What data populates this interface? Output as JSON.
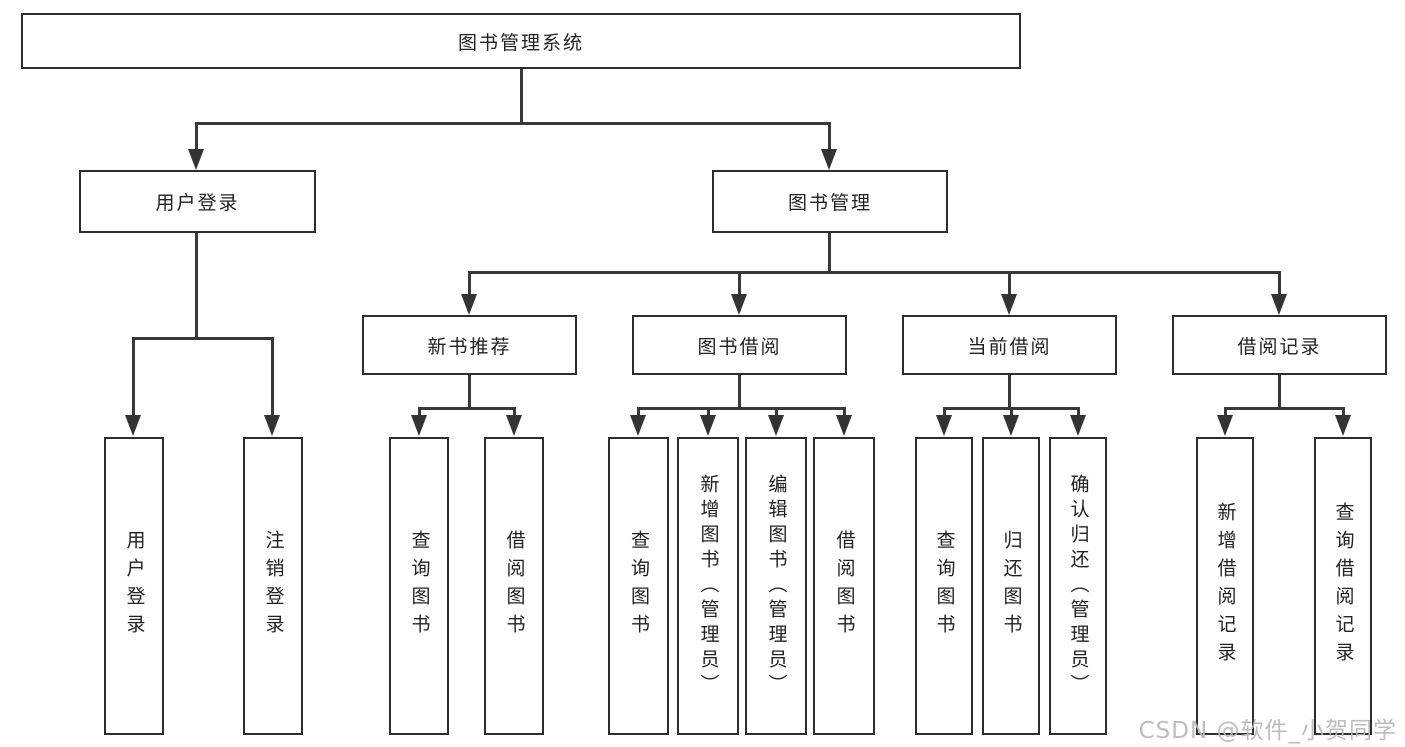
{
  "diagram_title": "图书管理系统",
  "tree": {
    "root": {
      "label": "图书管理系统"
    },
    "branches": [
      {
        "label": "用户登录",
        "children": [
          {
            "label": "用户登录"
          },
          {
            "label": "注销登录"
          }
        ]
      },
      {
        "label": "图书管理",
        "groups": [
          {
            "label": "新书推荐",
            "children": [
              {
                "label": "查询图书"
              },
              {
                "label": "借阅图书"
              }
            ]
          },
          {
            "label": "图书借阅",
            "children": [
              {
                "label": "查询图书"
              },
              {
                "label": "新增图书（管理员）"
              },
              {
                "label": "编辑图书（管理员）"
              },
              {
                "label": "借阅图书"
              }
            ]
          },
          {
            "label": "当前借阅",
            "children": [
              {
                "label": "查询图书"
              },
              {
                "label": "归还图书"
              },
              {
                "label": "确认归还（管理员）"
              }
            ]
          },
          {
            "label": "借阅记录",
            "children": [
              {
                "label": "新增借阅记录"
              },
              {
                "label": "查询借阅记录"
              }
            ]
          }
        ]
      }
    ]
  },
  "watermark": {
    "text": "CSDN @软件_小贺同学",
    "color": "#b8b6b6"
  },
  "colors": {
    "line": "#383838",
    "box_border": "#2d2d2d",
    "text": "#222222",
    "background": "#ffffff"
  }
}
